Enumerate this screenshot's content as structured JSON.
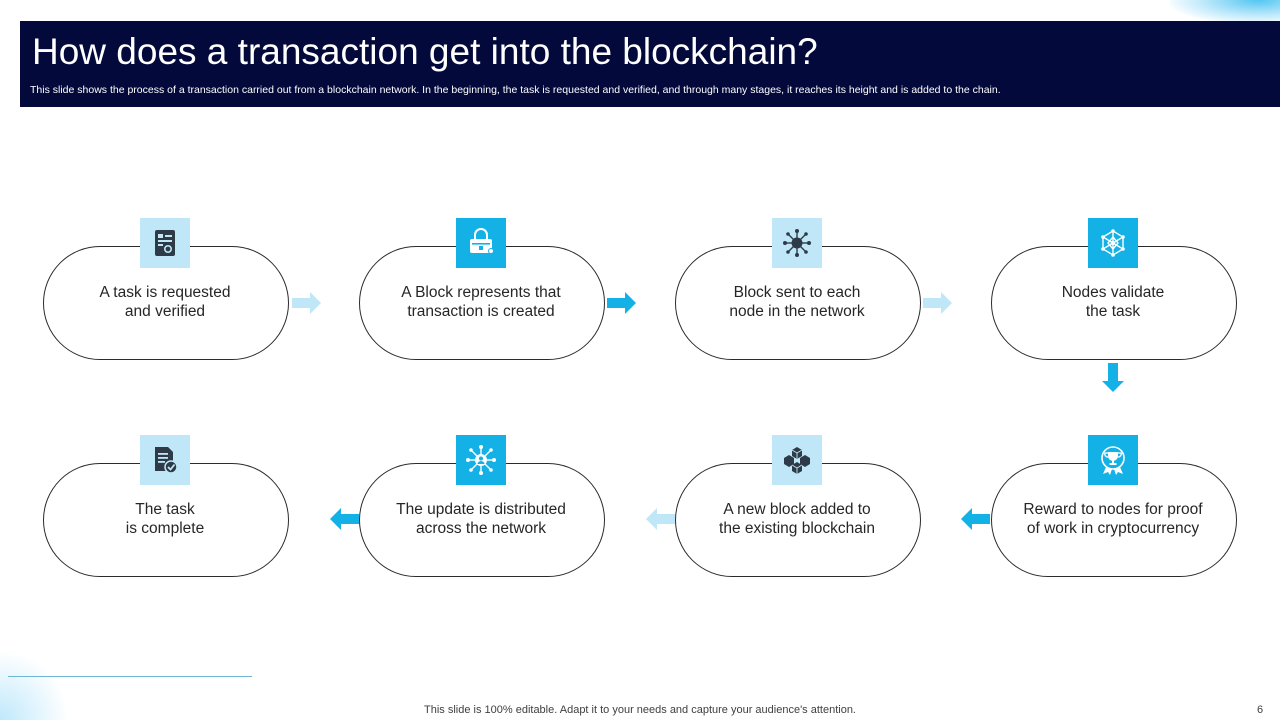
{
  "slide": {
    "title": "How does a transaction get into the blockchain?",
    "subtitle": "This slide shows the process of a transaction carried out from a blockchain network. In the beginning, the task is requested and verified, and through many stages, it reaches its height and is added to the chain.",
    "footer_note": "This slide is 100% editable. Adapt it to your needs and capture your audience's attention.",
    "page_number": "6"
  },
  "colors": {
    "header_bg": "#030a3b",
    "accent_dark": "#14b1e7",
    "accent_light": "#bfe7f7"
  },
  "steps": [
    {
      "text": "A task is requested\nand verified",
      "icon": "document-icon",
      "tone": "light"
    },
    {
      "text": "A Block represents that\ntransaction is created",
      "icon": "briefcase-lock-icon",
      "tone": "dark"
    },
    {
      "text": "Block sent to each\nnode in the network",
      "icon": "network-hub-icon",
      "tone": "light"
    },
    {
      "text": "Nodes validate\nthe task",
      "icon": "mesh-sphere-icon",
      "tone": "dark"
    },
    {
      "text": "Reward to nodes for proof\nof work in cryptocurrency",
      "icon": "trophy-badge-icon",
      "tone": "dark"
    },
    {
      "text": "A new block added to\nthe existing blockchain",
      "icon": "block-cluster-icon",
      "tone": "light"
    },
    {
      "text": "The update is distributed\nacross the network",
      "icon": "distribution-icon",
      "tone": "dark"
    },
    {
      "text": "The task\nis complete",
      "icon": "document-check-icon",
      "tone": "light"
    }
  ]
}
